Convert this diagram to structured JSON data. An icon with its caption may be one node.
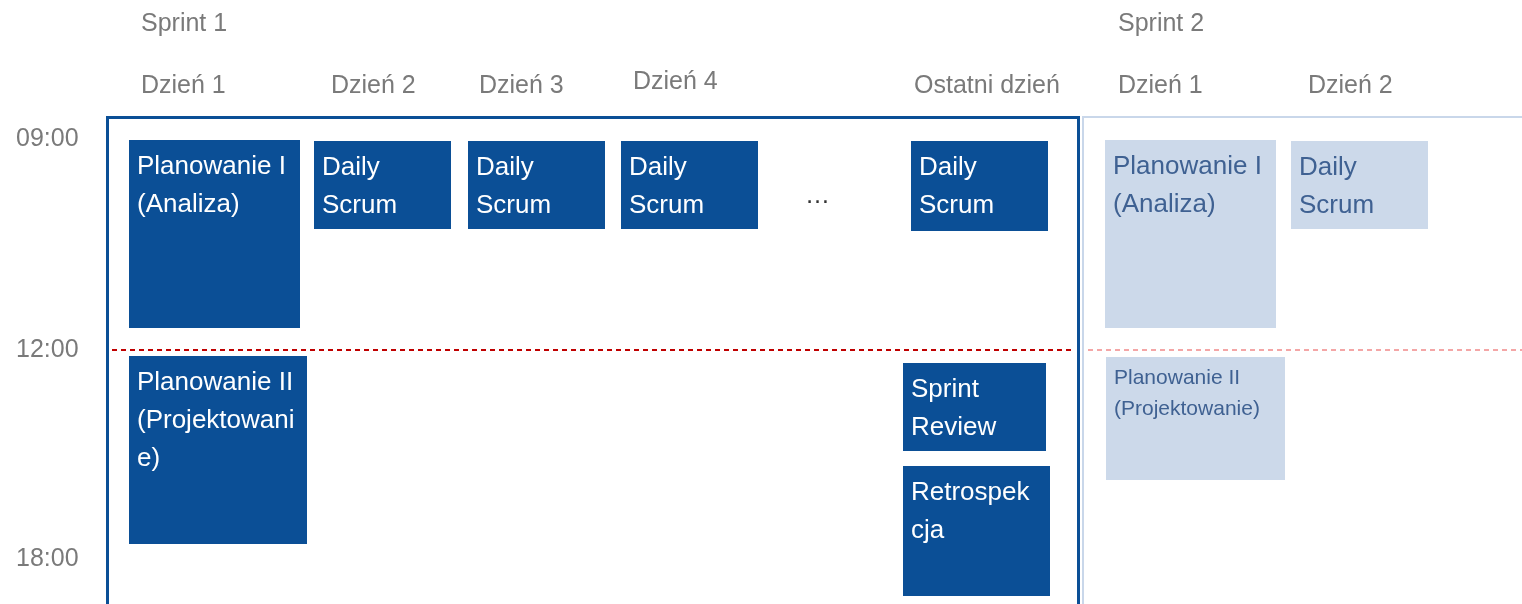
{
  "diagram": {
    "nodes": [
      {
        "text": [],
        "shape": "box"
      },
      {
        "text": [
          "Planowanie I (Analiza)"
        ],
        "in": 0
      },
      {
        "text": [
          "Daily Scrum"
        ],
        "in": 0
      },
      {
        "text": [
          "Daily Scrum"
        ],
        "in": 0
      },
      {
        "text": [
          "Daily Scrum"
        ],
        "in": 0
      },
      {
        "text": [
          "Daily Scrum"
        ],
        "in": 0
      },
      {
        "text": [
          "Planowanie II (Projektowanie)"
        ],
        "in": 0
      },
      {
        "text": [
          "Sprint Review"
        ],
        "in": 0
      },
      {
        "text": [
          "Retrospekcja"
        ],
        "in": 0
      },
      {
        "text": [],
        "shape": "box"
      },
      {
        "text": [
          "Planowanie I (Analiza)"
        ],
        "in": 9
      },
      {
        "text": [
          "Daily Scrum"
        ],
        "in": 9
      },
      {
        "text": [
          "Planowanie II (Projektowanie)"
        ],
        "in": 9
      }
    ],
    "edges": [],
    "labels": [
      "Sprint 1",
      "Sprint 2",
      "Dzień 1",
      "Dzień 2",
      "Dzień 3",
      "Dzień 4",
      "Ostatni dzień",
      "Dzień 1",
      "Dzień 2",
      "09:00",
      "…",
      "12:00",
      "18:00"
    ]
  }
}
